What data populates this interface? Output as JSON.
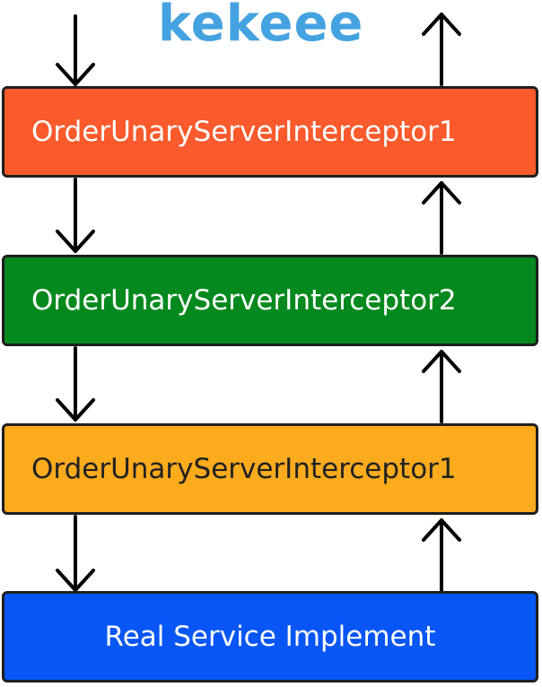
{
  "watermark": "kekeee",
  "colors": {
    "box_1_fill": "#fb5a2c",
    "box_2_fill": "#04891e",
    "box_3_fill": "#fcab1d",
    "box_4_fill": "#0756f5",
    "box_1_text": "#ffffff",
    "box_2_text": "#ffffff",
    "box_3_text": "#222222",
    "box_4_text": "#ffffff",
    "watermark": "#45a2e0",
    "arrow": "#000000"
  },
  "boxes": [
    {
      "label": "OrderUnaryServerInterceptor1"
    },
    {
      "label": "OrderUnaryServerInterceptor2"
    },
    {
      "label": "OrderUnaryServerInterceptor1"
    },
    {
      "label": "Real Service Implement"
    }
  ],
  "arrows": {
    "downward_count": 4,
    "upward_count": 4
  }
}
